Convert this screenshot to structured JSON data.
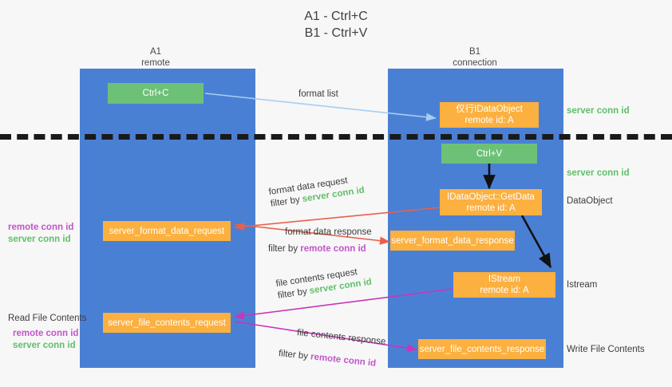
{
  "title": "A1 - Ctrl+C\nB1 - Ctrl+V",
  "colors": {
    "lane": "#4a80d4",
    "orange": "#fbb03f",
    "green": "#6cc177",
    "server_conn_id": "#5fbf6a",
    "remote_conn_id": "#c255c9",
    "arrow_blue": "#a8cdf0",
    "arrow_red": "#e8604c",
    "arrow_magenta": "#c935b8",
    "arrow_black": "#111111",
    "background": "#f7f7f7"
  },
  "lanes": [
    {
      "name": "A1",
      "sub": "remote"
    },
    {
      "name": "B1",
      "sub": "connection"
    }
  ],
  "nodes": {
    "ctrl_c": "Ctrl+C",
    "ctrl_v": "Ctrl+V",
    "idataobject": {
      "line1": "仅行IDataObject",
      "line2": "remote id: A"
    },
    "getdata": {
      "line1": "IDataObject::GetData",
      "line2": "remote id: A"
    },
    "istream": {
      "line1": "IStream",
      "line2": "remote id: A"
    },
    "server_format_data_request": "server_format_data_request",
    "server_format_data_response": "server_format_data_response",
    "server_file_contents_request": "server_file_contents_request",
    "server_file_contents_response": "server_file_contents_response"
  },
  "edge_labels": {
    "format_list": "format list",
    "format_data_request": {
      "line1": "format data request",
      "filter_prefix": "filter by ",
      "filter_key": "server conn id"
    },
    "format_data_response": {
      "line1": "format data response",
      "filter_prefix": "filter by ",
      "filter_key": "remote conn id"
    },
    "file_contents_request": {
      "line1": "file contents request",
      "filter_prefix": "filter by ",
      "filter_key": "server conn id"
    },
    "file_contents_response": {
      "line1": "file contents response",
      "filter_prefix": "filter by ",
      "filter_key": "remote conn id"
    }
  },
  "right_labels": {
    "server_conn_id_top": "server conn id",
    "server_conn_id_second": "server conn id",
    "dataobject": "DataObject",
    "istream": "Istream",
    "write_file_contents": "Write File Contents"
  },
  "left_labels": {
    "remote_conn_id_upper": "remote conn id",
    "server_conn_id_upper": "server conn id",
    "read_file_contents": "Read File Contents",
    "remote_conn_id_lower": "remote conn id",
    "server_conn_id_lower": "server conn id"
  }
}
